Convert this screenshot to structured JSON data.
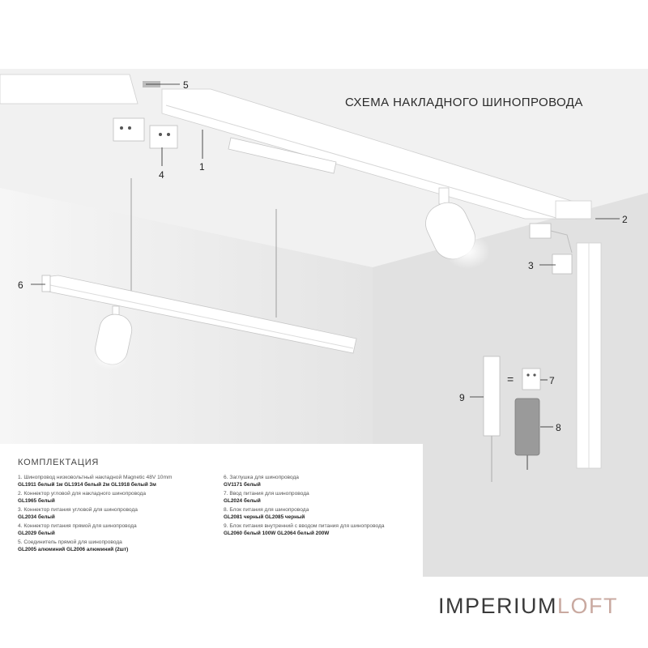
{
  "title": "СХЕМА НАКЛАДНОГО ШИНОПРОВОДА",
  "callouts": [
    "5",
    "4",
    "1",
    "2",
    "3",
    "6",
    "7",
    "8",
    "9"
  ],
  "equals_sign": "=",
  "legend": {
    "heading": "КОМПЛЕКТАЦИЯ",
    "left": [
      {
        "desc": "1. Шинопровод низковольтный накладной Magnetic 48V 10mm",
        "codes": "GL1911  белый 1м     GL1914  белый 2м     GL1918  белый 3м"
      },
      {
        "desc": "2. Коннектор угловой для накладного шинопровода",
        "codes": "GL1965 белый"
      },
      {
        "desc": "3. Коннектор питания угловой для шинопровода",
        "codes": "GL2034 белый"
      },
      {
        "desc": "4. Коннектор питания прямой для шинопровода",
        "codes": "GL2029 белый"
      },
      {
        "desc": "5. Соединитель прямой для шинопровода",
        "codes": "GL2005 алюминий   GL2006 алюминий (2шт)"
      }
    ],
    "right": [
      {
        "desc": "6. Заглушка для шинопровода",
        "codes": "GV1171 белый"
      },
      {
        "desc": "7. Ввод питания для шинопровода",
        "codes": "GL2024 белый"
      },
      {
        "desc": "8. Блок питания для шинопровода",
        "codes": "GL2081 черный    GL2085 черный"
      },
      {
        "desc": "9. Блок питания внутренний с вводом питания для шинопровода",
        "codes": "GL2060 белый 100W     GL2064 белый 200W"
      }
    ]
  },
  "brand": {
    "part1": "IMPERIUM",
    "part2": "LOFT"
  },
  "colors": {
    "brand_dark": "#3a3a3a",
    "brand_accent": "#c9a9a0",
    "wall": "#e6e6e6",
    "track": "#ffffff"
  }
}
